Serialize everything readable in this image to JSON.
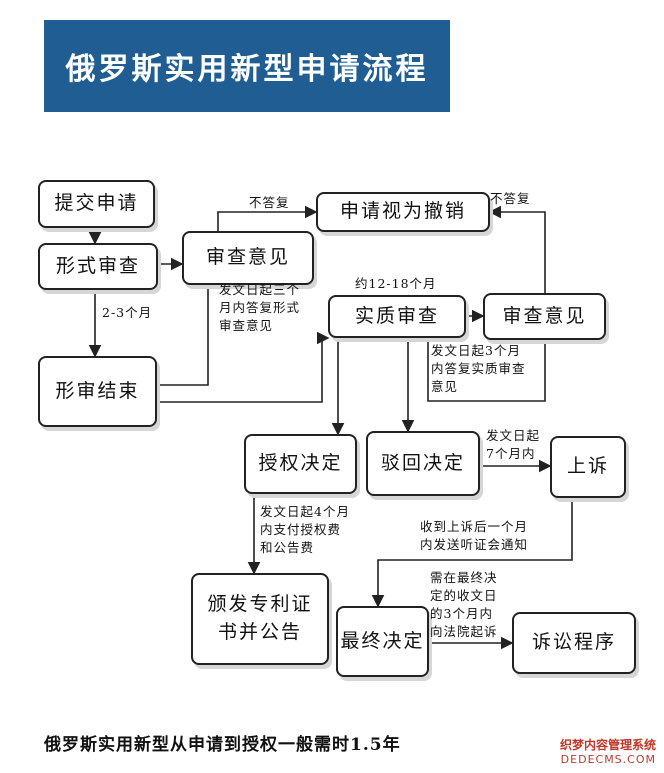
{
  "title": "俄罗斯实用新型申请流程",
  "nodes": {
    "submit": "提交申请",
    "formal_exam": "形式审查",
    "formal_opinion": "审查意见",
    "formal_result": "形审结束",
    "withdrawn": "申请视为撤销",
    "substantive_exam": "实质审查",
    "substantive_opinion": "审查意见",
    "grant": "授权决定",
    "reject": "驳回决定",
    "appeal": "上诉",
    "issue_line1": "颁发专利证",
    "issue_line2": "书并公告",
    "final": "最终决定",
    "litigation": "诉讼程序"
  },
  "labels": {
    "no_reply_left": "不答复",
    "no_reply_right": "不答复",
    "months_2_3": "2-3个月",
    "months_12_18": "约12-18个月",
    "formal_reply_1": "发文日起三个",
    "formal_reply_2": "月内答复形式",
    "formal_reply_3": "审查意见",
    "subst_reply_1": "发文日起3个月",
    "subst_reply_2": "内答复实质审查",
    "subst_reply_3": "意见",
    "appeal_time_1": "发文日起",
    "appeal_time_2": "7个月内",
    "fee_1": "发文日起4个月",
    "fee_2": "内支付授权费",
    "fee_3": "和公告费",
    "hearing_1": "收到上诉后一个月",
    "hearing_2": "内发送听证会通知",
    "court_1": "需在最终决",
    "court_2": "定的收文日",
    "court_3": "的3个月内",
    "court_4": "向法院起诉"
  },
  "footer": "俄罗斯实用新型从申请到授权一般需时1.5年",
  "watermark": {
    "line1": "织梦内容管理系统",
    "line2": "DEDECMS.COM"
  },
  "colors": {
    "banner": "#1f5d93",
    "line": "#222222"
  }
}
